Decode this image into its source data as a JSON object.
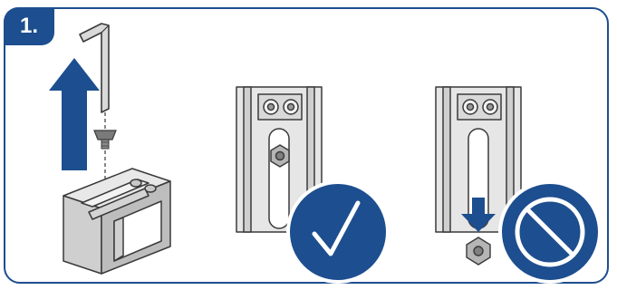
{
  "step": {
    "number_label": "1."
  },
  "panels": [
    {
      "id": "remove-screw",
      "actions": [
        "lift-hex-key",
        "remove-screw"
      ]
    },
    {
      "id": "correct-position",
      "verdict": "correct",
      "icon": "check-icon"
    },
    {
      "id": "incorrect-position",
      "verdict": "incorrect",
      "icon": "prohibited-icon"
    }
  ],
  "colors": {
    "brand_blue": "#1d4e8f",
    "metal_light": "#e6e6e6",
    "metal_mid": "#cfcfcf",
    "metal_dark": "#9a9a9a",
    "outline": "#3a3a3a"
  }
}
